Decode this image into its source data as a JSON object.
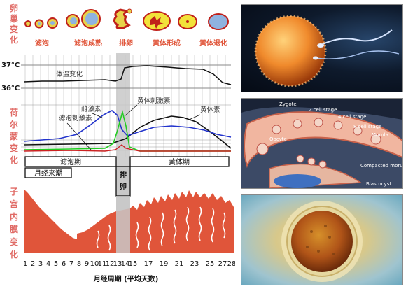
{
  "ovary": {
    "section_label": "卵巢变化",
    "stages": [
      "滤泡",
      "滤泡成熟",
      "排卵",
      "黄体形成",
      "黄体退化"
    ]
  },
  "temperature": {
    "high": "37°C",
    "low": "36°C",
    "label": "体温变化"
  },
  "hormones": {
    "section_label": "荷尔蒙变化",
    "fsh": "滤泡刺激素",
    "estrogen": "雌激素",
    "lh": "黄体刺激素",
    "progesterone": "黄体素"
  },
  "phases": {
    "follicular": "滤泡期",
    "ovulation": "排卵",
    "luteal": "黄体期",
    "menstruation": "月经来潮"
  },
  "endometrium": {
    "section_label": "子宫内膜变化"
  },
  "axis": {
    "ticks": [
      "1",
      "2",
      "3",
      "4",
      "5",
      "6",
      "7",
      "8",
      "9",
      "10",
      "11",
      "12",
      "13",
      "14",
      "15",
      "17",
      "19",
      "21",
      "23",
      "25",
      "27",
      "28"
    ],
    "title": "月经周期 (平均天数)"
  },
  "photos": {
    "embryo_labels": [
      "Zygote",
      "2 cell stage",
      "4 cell stage",
      "8 cell stage",
      "Oocyte",
      "Morula",
      "Compacted morula",
      "Blastocyst"
    ]
  },
  "colors": {
    "estrogen": "#2233cc",
    "lh": "#22cc22",
    "progesterone": "#111111",
    "fsh": "#cc2222",
    "endometrium": "#e0553a",
    "label": "#e06b66"
  }
}
